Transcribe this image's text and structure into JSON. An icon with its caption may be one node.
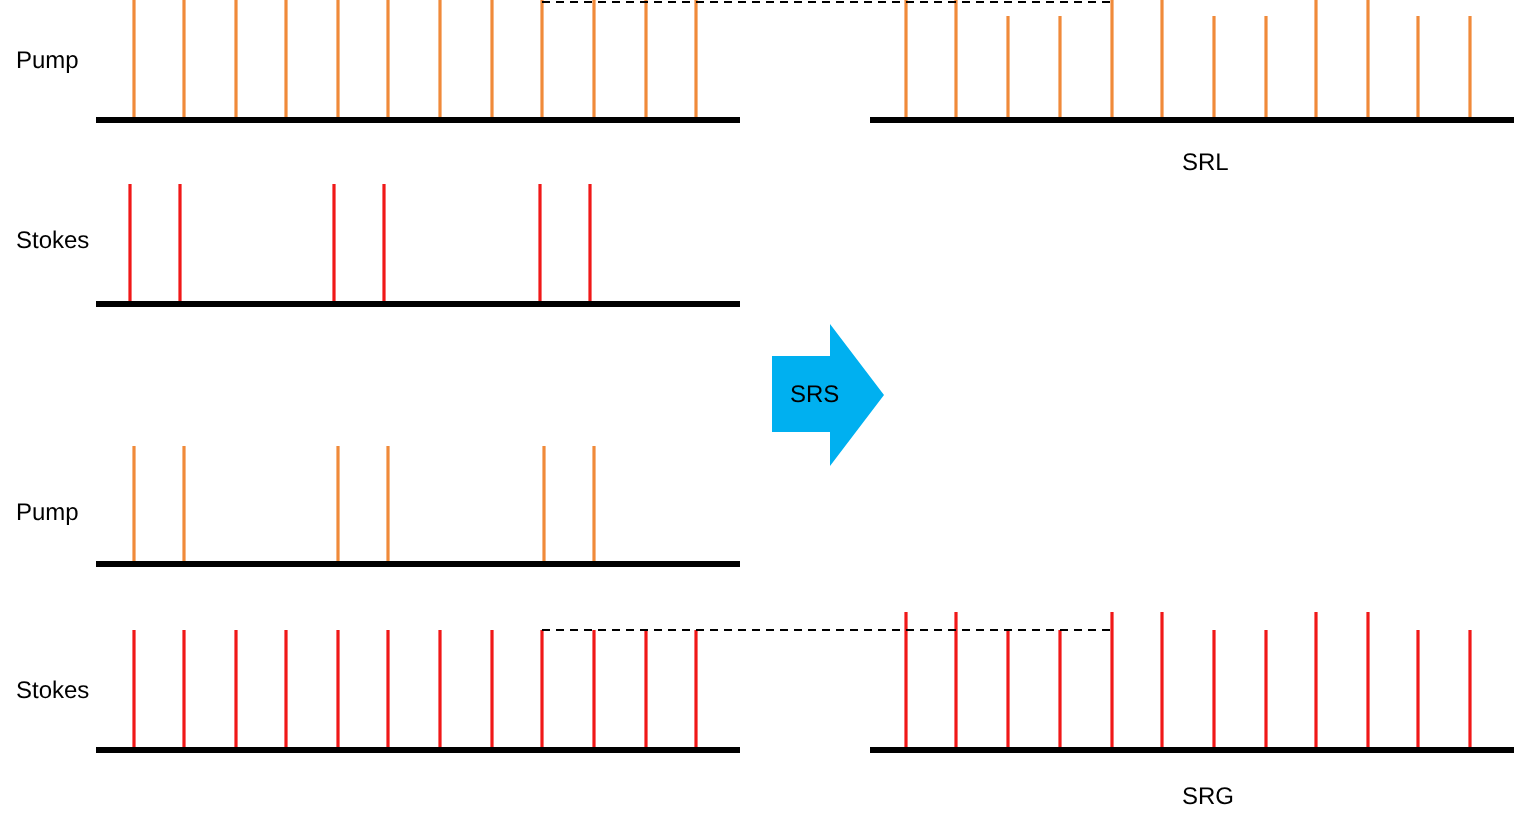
{
  "diagram": {
    "nodes": [
      {
        "text": [
          "SRS"
        ]
      }
    ],
    "labels": [
      "Pump",
      "SRL",
      "Stokes",
      "Pump",
      "Stokes",
      "SRG"
    ]
  }
}
